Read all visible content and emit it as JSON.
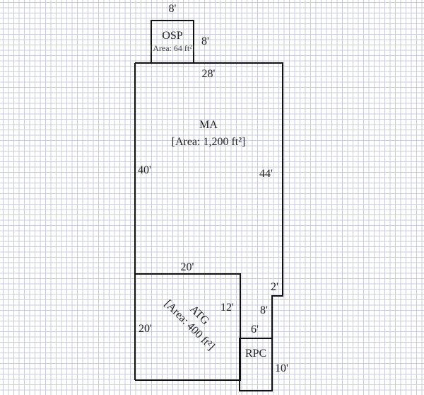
{
  "sketch": {
    "areas": [
      {
        "code": "OSP",
        "area": "[Area: 64 ft²]",
        "dims": [
          "8'",
          "8'"
        ]
      },
      {
        "code": "MA",
        "area": "[Area: 1,200 ft²]",
        "dims": [
          "28'",
          "40'",
          "44'",
          "2'",
          "8'",
          "6'"
        ]
      },
      {
        "code": "ATG",
        "area": "[Area: 400 ft²]",
        "dims": [
          "20'",
          "20'",
          "12'"
        ]
      },
      {
        "code": "RPC",
        "dims": [
          "10'"
        ]
      }
    ]
  },
  "colors": {
    "line": "#111111",
    "grid": "#c9cbdc"
  }
}
